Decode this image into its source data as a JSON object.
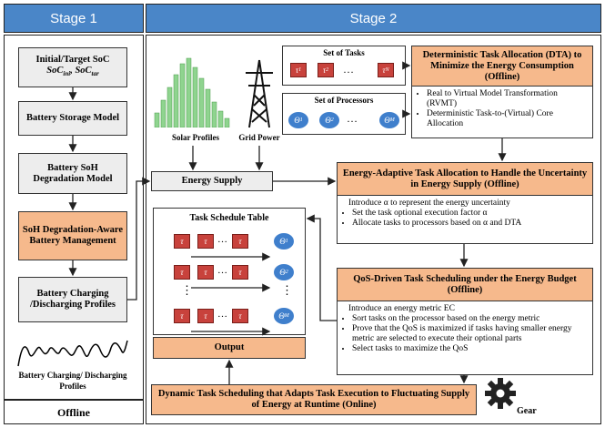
{
  "stage1": {
    "header": "Stage 1",
    "footer": "Offline",
    "boxes": {
      "soc_title": "Initial/Target SoC",
      "soc_vars": "SoC",
      "soc_ini_sub": "ini",
      "soc_tar_sub": "tar",
      "battery_storage": "Battery Storage Model",
      "battery_soh": "Battery SoH Degradation Model",
      "soh_aware": "SoH Degradation-Aware Battery Management",
      "charging_profiles": "Battery Charging /Discharging Profiles"
    },
    "curve_label": "Battery Charging/ Discharging Profiles"
  },
  "stage2": {
    "header": "Stage 2",
    "solar_label": "Solar Profiles",
    "grid_label": "Grid Power",
    "energy_supply": "Energy Supply",
    "set_of_tasks": "Set of Tasks",
    "set_of_processors": "Set of Processors",
    "task_symbol": "τ",
    "proc_symbol": "Θ",
    "ellipsis": "…",
    "vdots": "⋮",
    "dta": {
      "title": "Deterministic Task Allocation (DTA) to Minimize the Energy Consumption (Offline)",
      "bullets": [
        "Real to Virtual Model Transformation (RVMT)",
        "Deterministic Task-to-(Virtual) Core Allocation"
      ]
    },
    "adaptive": {
      "title": "Energy-Adaptive Task Allocation to Handle the Uncertainty in Energy Supply (Offline)",
      "intro": "Introduce α to represent the energy uncertainty",
      "bullets": [
        "Set the task optional execution factor α",
        "Allocate tasks to processors based on α and DTA"
      ]
    },
    "qos": {
      "title": "QoS-Driven Task Scheduling under the Energy Budget (Offline)",
      "intro": "Introduce an energy metric EC",
      "bullets": [
        "Sort tasks on the processor based on the energy metric",
        "Prove that the QoS is maximized if tasks having smaller energy metric are selected to execute their optional parts",
        "Select tasks to maximize the QoS"
      ]
    },
    "schedule_table": "Task Schedule Table",
    "output": "Output",
    "dynamic": "Dynamic Task Scheduling that Adapts Task Execution to Fluctuating Supply of Energy at Runtime (Online)",
    "gear": "Gear",
    "colors": {
      "header": "#4a86c8",
      "orange": "#f6b98c",
      "gray": "#ededed",
      "task": "#c8423c",
      "proc": "#3f7fcc"
    }
  }
}
